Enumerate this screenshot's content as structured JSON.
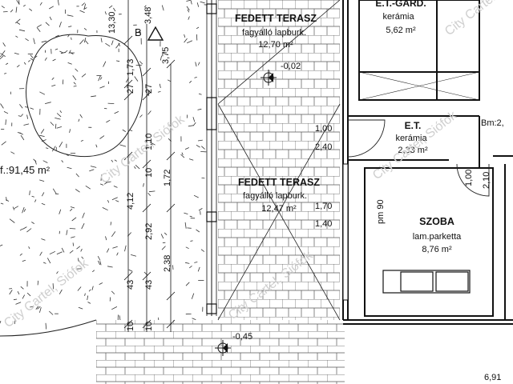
{
  "rooms": {
    "terrace_top": {
      "name": "FEDETT TERASZ",
      "material": "fagyálló lapburk.",
      "area": "12,70 m²"
    },
    "terrace_mid": {
      "name": "FEDETT TERASZ",
      "material": "fagyálló lapburk.",
      "area": "12,47 m²"
    },
    "gard_top": {
      "name": "E.T.-GARD.",
      "material": "kerámia",
      "area": "5,62 m²"
    },
    "et": {
      "name": "E.T.",
      "material": "kerámia",
      "area": "2,33 m²"
    },
    "szoba": {
      "name": "SZOBA",
      "material": "lam.parketta",
      "area": "8,76 m²"
    },
    "bm": {
      "label": "Bm:2,"
    },
    "garden": {
      "area": "f.:91,45 m²"
    }
  },
  "levels": {
    "terrace": "-0,02",
    "ground": "-0,45"
  },
  "section_marker": "B",
  "openings": {
    "door1_width": "1,00",
    "door1_height": "2,40",
    "window1_width": "1,70",
    "window1_height": "1,40",
    "door2_width": "1,00",
    "door2_height": "2,10",
    "pm": "pm 90"
  },
  "dimensions_left": {
    "a": "13,30",
    "b": "3,48",
    "c": "1,73",
    "d": "3,75",
    "e": "27",
    "f": "27",
    "g": "1,10",
    "h": "10",
    "i": "1,72",
    "j": "4,12",
    "k": "2,92",
    "l": "2,38",
    "m": "43",
    "n": "43",
    "o": "10",
    "p": "10"
  },
  "dimension_bottom_right": "6,91",
  "watermark": "City Cartel, Siófok",
  "colors": {
    "line": "#111111",
    "watermark": "#cfcfcf"
  }
}
